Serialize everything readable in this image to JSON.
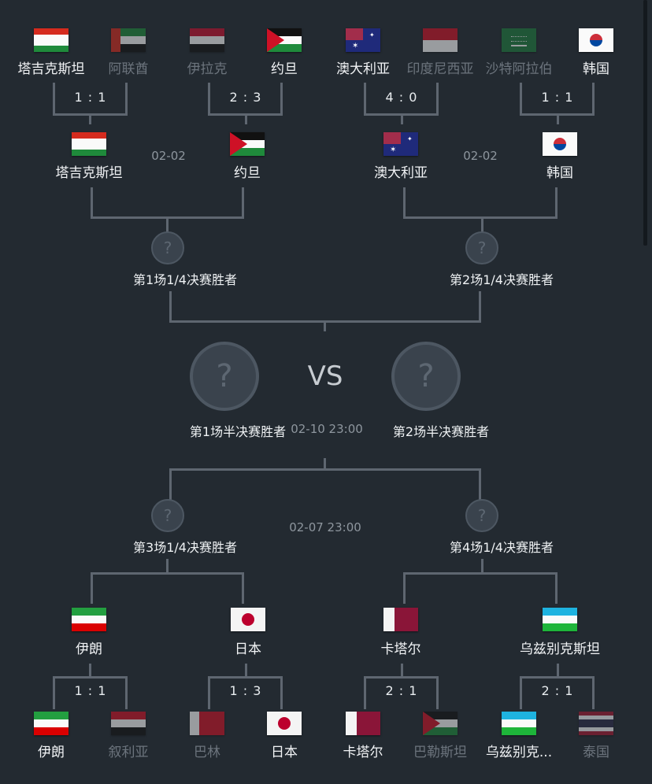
{
  "colors": {
    "background": "#232a31",
    "line": "#5e6670",
    "winner_text": "#f2f4f6",
    "loser_text": "#6c747d",
    "date_text": "#8e969e"
  },
  "round_of_16": [
    {
      "home": {
        "name": "塔吉克斯坦",
        "flag": "tajikistan",
        "winner": true
      },
      "away": {
        "name": "阿联酋",
        "flag": "uae",
        "winner": false
      },
      "score": "1 : 1"
    },
    {
      "home": {
        "name": "伊拉克",
        "flag": "iraq",
        "winner": false
      },
      "away": {
        "name": "约旦",
        "flag": "jordan",
        "winner": true
      },
      "score": "2 : 3"
    },
    {
      "home": {
        "name": "澳大利亚",
        "flag": "australia",
        "winner": true
      },
      "away": {
        "name": "印度尼西亚",
        "flag": "indonesia",
        "winner": false
      },
      "score": "4 : 0"
    },
    {
      "home": {
        "name": "沙特阿拉伯",
        "flag": "saudi-arabia",
        "winner": false
      },
      "away": {
        "name": "韩国",
        "flag": "south-korea",
        "winner": true
      },
      "score": "1 : 1"
    },
    {
      "home": {
        "name": "伊朗",
        "flag": "iran",
        "winner": true
      },
      "away": {
        "name": "叙利亚",
        "flag": "syria",
        "winner": false
      },
      "score": "1 : 1"
    },
    {
      "home": {
        "name": "巴林",
        "flag": "bahrain",
        "winner": false
      },
      "away": {
        "name": "日本",
        "flag": "japan",
        "winner": true
      },
      "score": "1 : 3"
    },
    {
      "home": {
        "name": "卡塔尔",
        "flag": "qatar",
        "winner": true
      },
      "away": {
        "name": "巴勒斯坦",
        "flag": "palestine",
        "winner": false
      },
      "score": "2 : 1"
    },
    {
      "home": {
        "name": "乌兹别克...",
        "flag": "uzbekistan",
        "winner": true
      },
      "away": {
        "name": "泰国",
        "flag": "thailand",
        "winner": false
      },
      "score": "2 : 1"
    }
  ],
  "quarter_finals": [
    {
      "home": {
        "name": "塔吉克斯坦",
        "flag": "tajikistan"
      },
      "away": {
        "name": "约旦",
        "flag": "jordan"
      },
      "date": "02-02"
    },
    {
      "home": {
        "name": "澳大利亚",
        "flag": "australia"
      },
      "away": {
        "name": "韩国",
        "flag": "south-korea"
      },
      "date": "02-02"
    },
    {
      "home": {
        "name": "伊朗",
        "flag": "iran"
      },
      "away": {
        "name": "日本",
        "flag": "japan"
      },
      "date": ""
    },
    {
      "home": {
        "name": "卡塔尔",
        "flag": "qatar"
      },
      "away": {
        "name": "乌兹别克斯坦",
        "flag": "uzbekistan"
      },
      "date": ""
    }
  ],
  "semi_finals": [
    {
      "home": "第1场1/4决赛胜者",
      "away": "第2场1/4决赛胜者"
    },
    {
      "home": "第3场1/4决赛胜者",
      "away": "第4场1/4决赛胜者",
      "date": "02-07 23:00"
    }
  ],
  "final": {
    "home": "第1场半决赛胜者",
    "away": "第2场半决赛胜者",
    "vs": "VS",
    "date": "02-10 23:00",
    "placeholder_glyph": "?"
  }
}
